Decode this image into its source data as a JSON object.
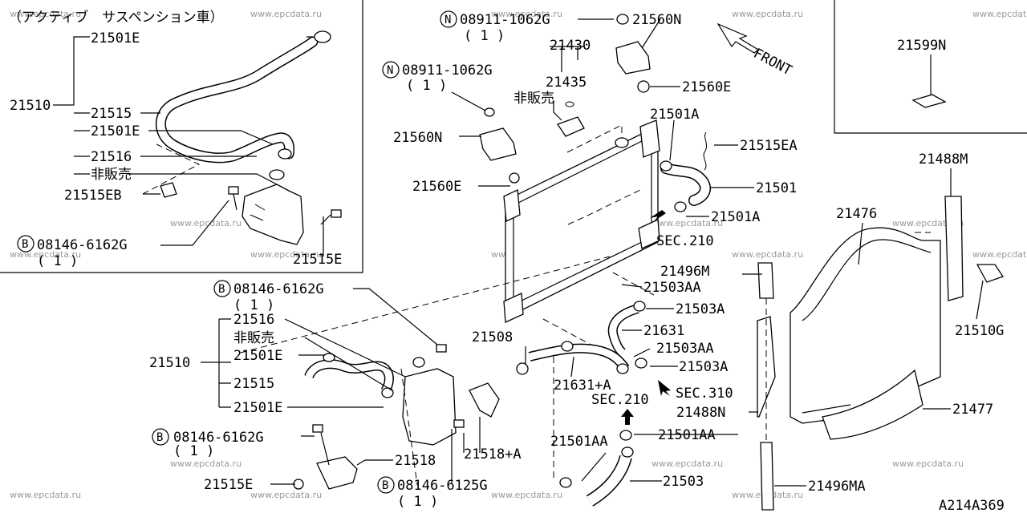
{
  "diagram": {
    "inset_note": "（アクティブ　サスペンション車）",
    "diagram_code": "A214A369",
    "watermark": "www.epcdata.ru",
    "front_label": "FRONT",
    "circle_markers": {
      "n": "N",
      "b": "B"
    },
    "callouts": [
      {
        "id": "c1",
        "text": "21501E"
      },
      {
        "id": "c2",
        "text": "21510"
      },
      {
        "id": "c3",
        "text": "21515"
      },
      {
        "id": "c4",
        "text": "21501E"
      },
      {
        "id": "c5",
        "text": "21516"
      },
      {
        "id": "c6",
        "text": "非販売"
      },
      {
        "id": "c7",
        "text": "21515EB"
      },
      {
        "id": "c8",
        "text": "08146-6162G"
      },
      {
        "id": "c9",
        "text": "( 1 )"
      },
      {
        "id": "c10",
        "text": "21515E"
      },
      {
        "id": "c11",
        "text": "08911-1062G"
      },
      {
        "id": "c12",
        "text": "( 1 )"
      },
      {
        "id": "c13",
        "text": "21560N"
      },
      {
        "id": "c14",
        "text": "21430"
      },
      {
        "id": "c15",
        "text": "08911-1062G"
      },
      {
        "id": "c16",
        "text": "( 1 )"
      },
      {
        "id": "c17",
        "text": "21435"
      },
      {
        "id": "c18",
        "text": "非販売"
      },
      {
        "id": "c19",
        "text": "21560E"
      },
      {
        "id": "c20",
        "text": "21560N"
      },
      {
        "id": "c21",
        "text": "21560E"
      },
      {
        "id": "c22",
        "text": "21501A"
      },
      {
        "id": "c23",
        "text": "21515EA"
      },
      {
        "id": "c24",
        "text": "21501"
      },
      {
        "id": "c25",
        "text": "21501A"
      },
      {
        "id": "c26",
        "text": "SEC.210"
      },
      {
        "id": "c27",
        "text": "21599N"
      },
      {
        "id": "c28",
        "text": "21488M"
      },
      {
        "id": "c29",
        "text": "21476"
      },
      {
        "id": "c30",
        "text": "21496M"
      },
      {
        "id": "c31",
        "text": "21503AA"
      },
      {
        "id": "c32",
        "text": "21503A"
      },
      {
        "id": "c33",
        "text": "21631"
      },
      {
        "id": "c34",
        "text": "21503AA"
      },
      {
        "id": "c35",
        "text": "21503A"
      },
      {
        "id": "c36",
        "text": "SEC.310"
      },
      {
        "id": "c37",
        "text": "21510G"
      },
      {
        "id": "c38",
        "text": "21508"
      },
      {
        "id": "c39",
        "text": "21631+A"
      },
      {
        "id": "c40",
        "text": "SEC.210"
      },
      {
        "id": "c41",
        "text": "21488N"
      },
      {
        "id": "c42",
        "text": "21477"
      },
      {
        "id": "c43",
        "text": "08146-6162G"
      },
      {
        "id": "c44",
        "text": "( 1 )"
      },
      {
        "id": "c45",
        "text": "21516"
      },
      {
        "id": "c46",
        "text": "非販売"
      },
      {
        "id": "c47",
        "text": "21510"
      },
      {
        "id": "c48",
        "text": "21501E"
      },
      {
        "id": "c49",
        "text": "21515"
      },
      {
        "id": "c50",
        "text": "21501E"
      },
      {
        "id": "c51",
        "text": "08146-6162G"
      },
      {
        "id": "c52",
        "text": "( 1 )"
      },
      {
        "id": "c53",
        "text": "21518"
      },
      {
        "id": "c54",
        "text": "21518+A"
      },
      {
        "id": "c55",
        "text": "21501AA"
      },
      {
        "id": "c56",
        "text": "21501AA"
      },
      {
        "id": "c57",
        "text": "21503"
      },
      {
        "id": "c58",
        "text": "21515E"
      },
      {
        "id": "c59",
        "text": "08146-6125G"
      },
      {
        "id": "c60",
        "text": "( 1 )"
      },
      {
        "id": "c61",
        "text": "21496MA"
      }
    ]
  }
}
